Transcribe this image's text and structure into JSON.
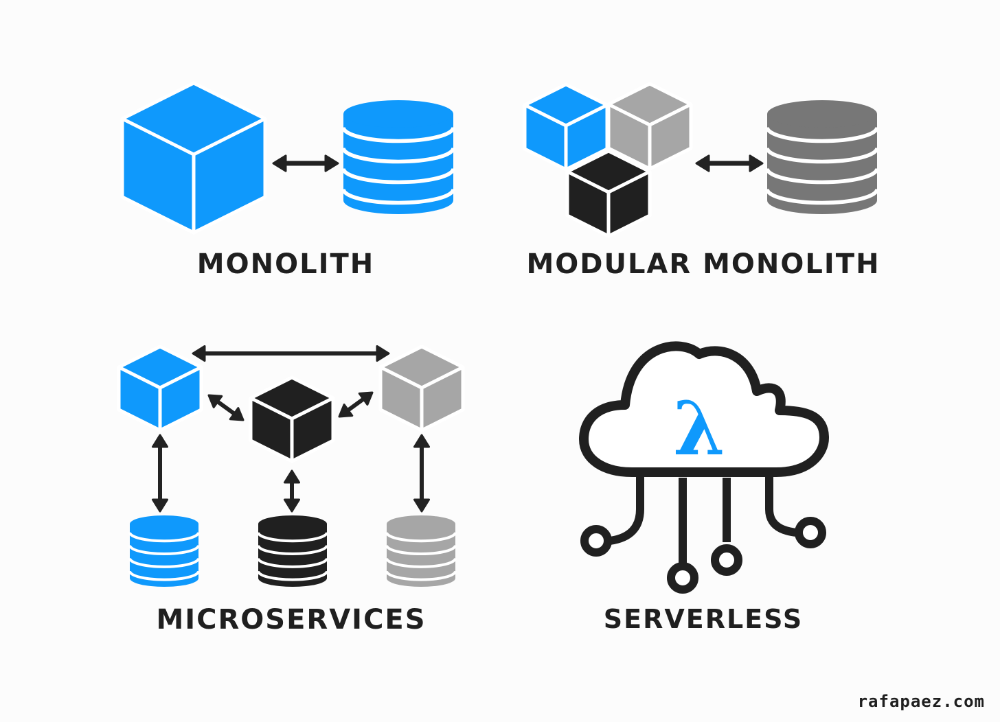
{
  "labels": {
    "monolith": "MONOLITH",
    "modular_monolith": "MODULAR MONOLITH",
    "microservices": "MICROSERVICES",
    "serverless": "SERVERLESS"
  },
  "serverless_symbol": "λ",
  "watermark": "rafapaez.com",
  "colors": {
    "blue": "#0f99fc",
    "gray": "#a6a6a6",
    "dark_gray": "#777777",
    "black": "#202020",
    "arrow": "#222222"
  },
  "icons": [
    "cube-icon",
    "database-icon",
    "double-arrow-icon",
    "cloud-icon",
    "lambda-icon",
    "circuit-icon"
  ]
}
